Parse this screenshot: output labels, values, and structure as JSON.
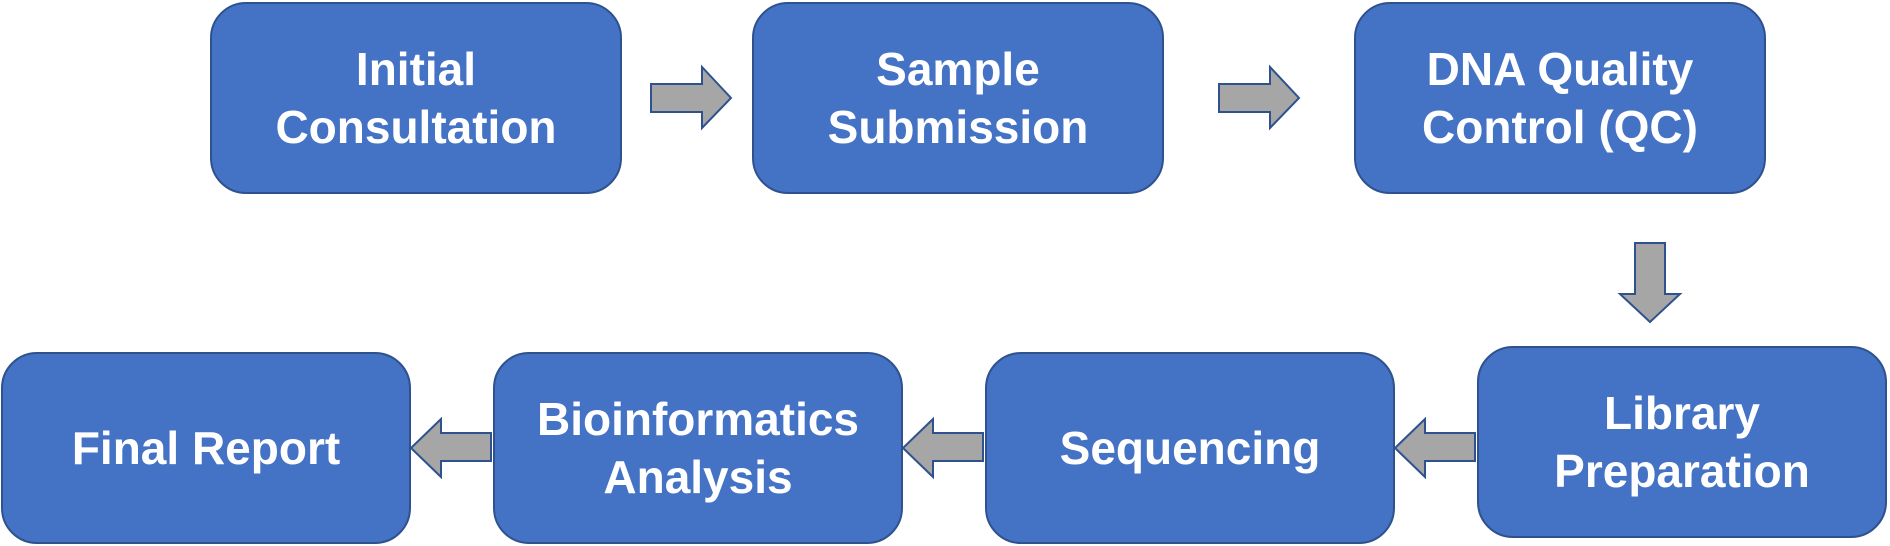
{
  "colors": {
    "box_fill": "#4472c4",
    "box_border": "#2f528f",
    "box_text": "#ffffff",
    "arrow_fill": "#a6a6a6",
    "arrow_border": "#2f528f",
    "background": "#ffffff"
  },
  "steps": [
    {
      "id": "initial-consultation",
      "label": "Initial\nConsultation"
    },
    {
      "id": "sample-submission",
      "label": "Sample\nSubmission"
    },
    {
      "id": "dna-quality-control",
      "label": "DNA Quality\nControl (QC)"
    },
    {
      "id": "library-preparation",
      "label": "Library\nPreparation"
    },
    {
      "id": "sequencing",
      "label": "Sequencing"
    },
    {
      "id": "bioinformatics-analysis",
      "label": "Bioinformatics\nAnalysis"
    },
    {
      "id": "final-report",
      "label": "Final Report"
    }
  ],
  "connections": [
    {
      "from": "initial-consultation",
      "to": "sample-submission",
      "direction": "right"
    },
    {
      "from": "sample-submission",
      "to": "dna-quality-control",
      "direction": "right"
    },
    {
      "from": "dna-quality-control",
      "to": "library-preparation",
      "direction": "down"
    },
    {
      "from": "library-preparation",
      "to": "sequencing",
      "direction": "left"
    },
    {
      "from": "sequencing",
      "to": "bioinformatics-analysis",
      "direction": "left"
    },
    {
      "from": "bioinformatics-analysis",
      "to": "final-report",
      "direction": "left"
    }
  ]
}
